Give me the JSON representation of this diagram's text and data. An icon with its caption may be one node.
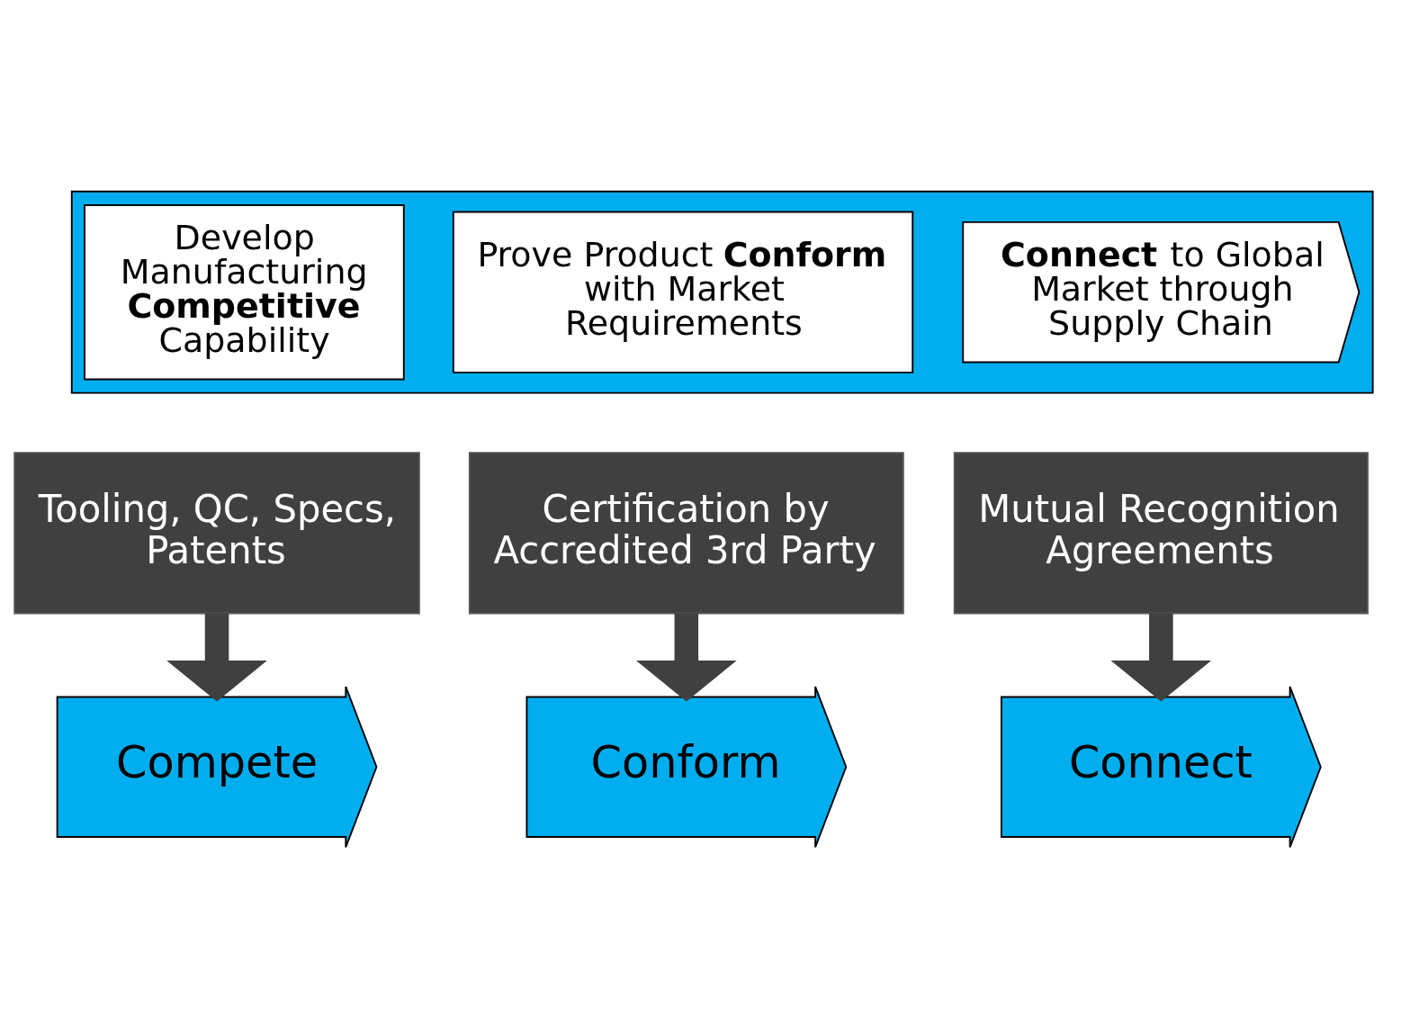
{
  "diagram": {
    "nodes": [
      {
        "text": [],
        "shape": "arrow"
      },
      {
        "text": [
          "Develop Manufacturing **Competitive** Capability"
        ],
        "in": 0
      },
      {
        "text": [
          "Prove Product **Conform** with Market Requirements"
        ],
        "in": 0
      },
      {
        "text": [
          "**Connect** to Global Market through Supply Chain"
        ],
        "in": 0
      },
      {
        "text": [
          "Tooling, QC, Specs, Patents"
        ]
      },
      {
        "text": [
          "Certification by Accredited 3rd Party"
        ]
      },
      {
        "text": [
          "Mutual Recognition Agreements"
        ]
      },
      {
        "text": [
          "Compete"
        ]
      },
      {
        "text": [
          "Conform"
        ]
      },
      {
        "text": [
          "Connect"
        ]
      }
    ],
    "edges": [
      {
        "from": 4,
        "to": 7,
        "arrow": "to"
      },
      {
        "from": 5,
        "to": 8,
        "arrow": "to"
      },
      {
        "from": 6,
        "to": 9,
        "arrow": "to"
      }
    ]
  }
}
